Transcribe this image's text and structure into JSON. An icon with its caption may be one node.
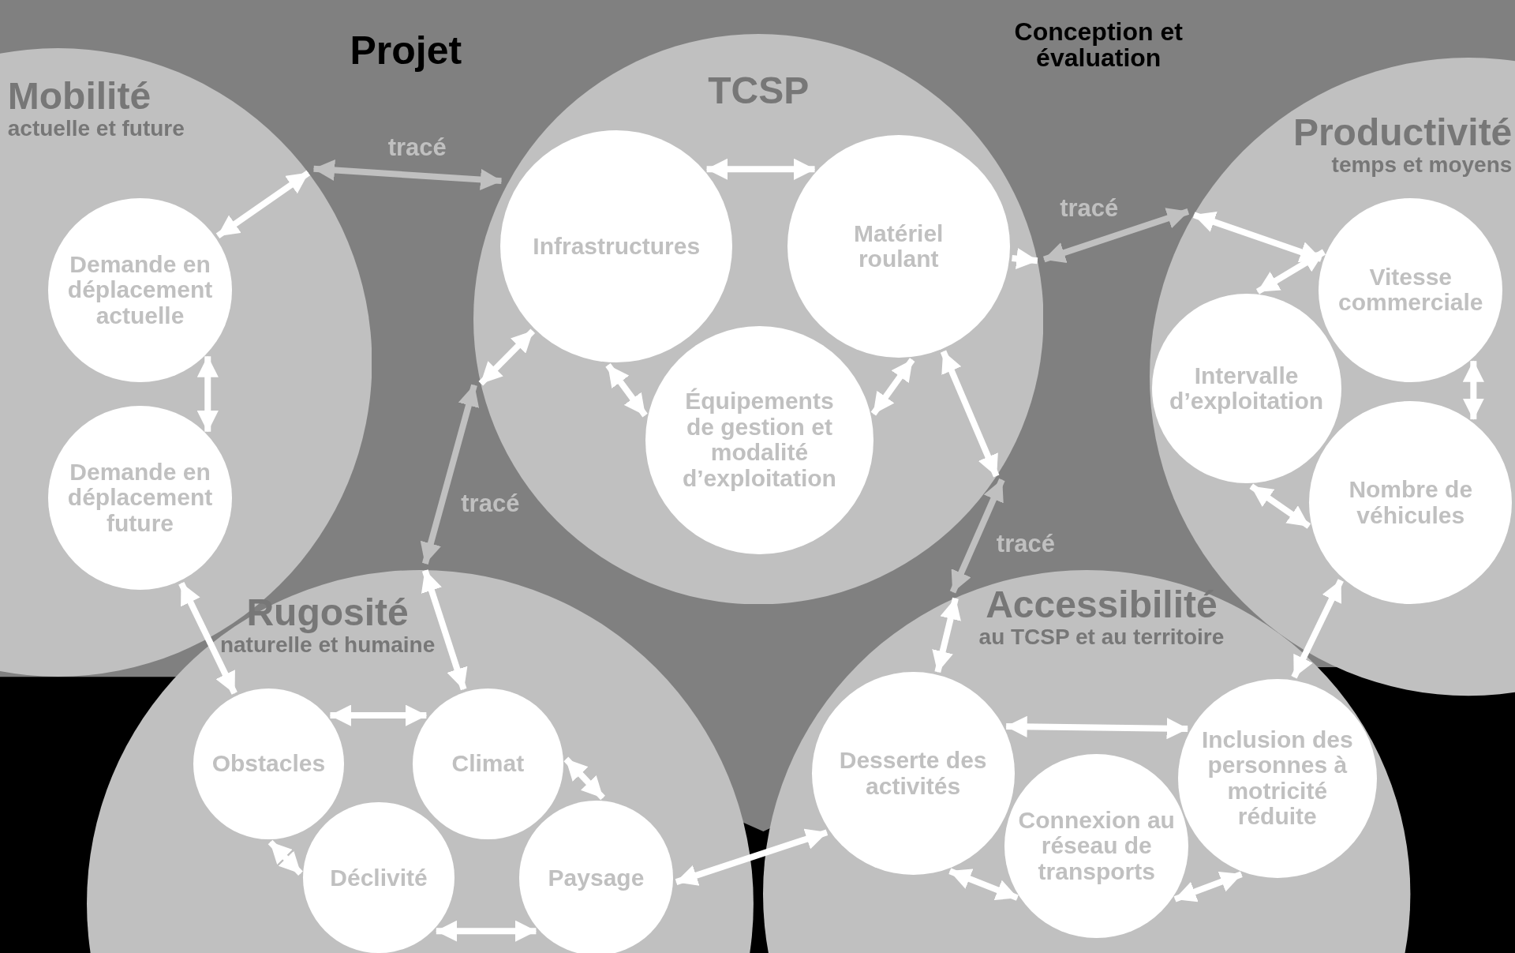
{
  "diagram": {
    "nodes": [
      {
        "text": [
          "Mobilité",
          "actuelle et future"
        ]
      },
      {
        "text": [
          "Demande en déplacement actuelle"
        ],
        "in": 0
      },
      {
        "text": [
          "Demande en déplacement future"
        ],
        "in": 0
      },
      {
        "text": [
          "TCSP"
        ]
      },
      {
        "text": [
          "Infrastructures"
        ],
        "in": 3
      },
      {
        "text": [
          "Matériel roulant"
        ],
        "in": 3
      },
      {
        "text": [
          "Équipements de gestion et modalité d’exploitation"
        ],
        "in": 3
      },
      {
        "text": [
          "Productivité",
          "temps et moyens"
        ]
      },
      {
        "text": [
          "Vitesse commerciale"
        ],
        "in": 7
      },
      {
        "text": [
          "Intervalle d’exploitation"
        ],
        "in": 7
      },
      {
        "text": [
          "Nombre de véhicules"
        ],
        "in": 7
      },
      {
        "text": [
          "Rugosité",
          "naturelle et humaine"
        ]
      },
      {
        "text": [
          "Obstacles"
        ],
        "in": 11
      },
      {
        "text": [
          "Climat"
        ],
        "in": 11
      },
      {
        "text": [
          "Déclivité"
        ],
        "in": 11
      },
      {
        "text": [
          "Paysage"
        ],
        "in": 11
      },
      {
        "text": [
          "Accessibilité",
          "au TCSP et au territoire"
        ]
      },
      {
        "text": [
          "Desserte des activités"
        ],
        "in": 16
      },
      {
        "text": [
          "Connexion au réseau de transports"
        ],
        "in": 16
      },
      {
        "text": [
          "Inclusion des personnes à motricité réduite"
        ],
        "in": 16
      }
    ],
    "edges": [
      {
        "from": 1,
        "to": 0,
        "arrow": "both"
      },
      {
        "from": 1,
        "to": 2,
        "arrow": "both"
      },
      {
        "from": 2,
        "to": 12,
        "arrow": "both"
      },
      {
        "from": 12,
        "to": 13,
        "arrow": "both"
      },
      {
        "from": 12,
        "to": 14,
        "arrow": "both"
      },
      {
        "from": 14,
        "to": 15,
        "arrow": "both"
      },
      {
        "from": 13,
        "to": 15,
        "arrow": "both"
      },
      {
        "from": 15,
        "to": 17,
        "arrow": "both"
      },
      {
        "from": 13,
        "to": 11,
        "arrow": "both"
      },
      {
        "from": 4,
        "to": 5,
        "arrow": "both"
      },
      {
        "from": 4,
        "to": 3,
        "arrow": "both"
      },
      {
        "from": 4,
        "to": 6,
        "arrow": "both"
      },
      {
        "from": 6,
        "to": 5,
        "arrow": "both"
      },
      {
        "from": 5,
        "to": 3,
        "arrow": "to"
      },
      {
        "from": 5,
        "to": 3,
        "arrow": "both"
      },
      {
        "from": 3,
        "to": 16,
        "arrow": "both",
        "label": "tracé",
        "color": "#c0c0c0"
      },
      {
        "from": 16,
        "to": 17,
        "arrow": "both"
      },
      {
        "from": 17,
        "to": 19,
        "arrow": "both"
      },
      {
        "from": 17,
        "to": 18,
        "arrow": "both"
      },
      {
        "from": 18,
        "to": 19,
        "arrow": "both"
      },
      {
        "from": 19,
        "to": 10,
        "arrow": "both"
      },
      {
        "from": 9,
        "to": 10,
        "arrow": "both"
      },
      {
        "from": 8,
        "to": 10,
        "arrow": "both"
      },
      {
        "from": 9,
        "to": 8,
        "arrow": "both"
      },
      {
        "from": 7,
        "to": 8,
        "arrow": "both"
      },
      {
        "from": 0,
        "to": 3,
        "arrow": "both",
        "label": "tracé",
        "color": "#c0c0c0"
      },
      {
        "from": 3,
        "to": 7,
        "arrow": "both",
        "label": "tracé",
        "color": "#c0c0c0"
      },
      {
        "from": 3,
        "to": 11,
        "arrow": "both",
        "label": "tracé",
        "color": "#c0c0c0"
      }
    ],
    "labels": [
      "Projet",
      "Conception et évaluation"
    ]
  }
}
